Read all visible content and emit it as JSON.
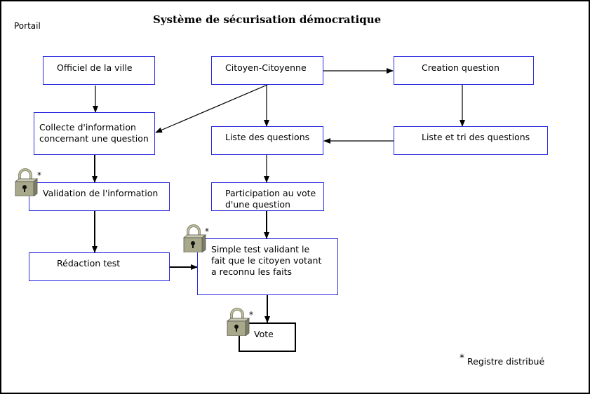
{
  "title": "Système de sécurisation démocratique",
  "portal_label": "Portail",
  "footnote": {
    "star": "*",
    "text": "Registre distribué"
  },
  "nodes": {
    "officiel": "Officiel de la ville",
    "citoyen": "Citoyen-Citoyenne",
    "creation": "Creation question",
    "collecte": "Collecte d'information\nconcernant une question",
    "liste": "Liste des questions",
    "liste_tri": "Liste et tri des questions",
    "validation": "Validation de l'information",
    "participation": "Participation au vote\nd'une question",
    "redaction": "Rédaction test",
    "simple_test": "Simple test validant le\nfait que le citoyen votant\na reconnu les faits",
    "vote": "Vote"
  },
  "lock_marker": "*",
  "colors": {
    "box_border": "#2b2bdf",
    "lock_body": "#a8a88a",
    "lock_shackle": "#9a9a7c"
  }
}
